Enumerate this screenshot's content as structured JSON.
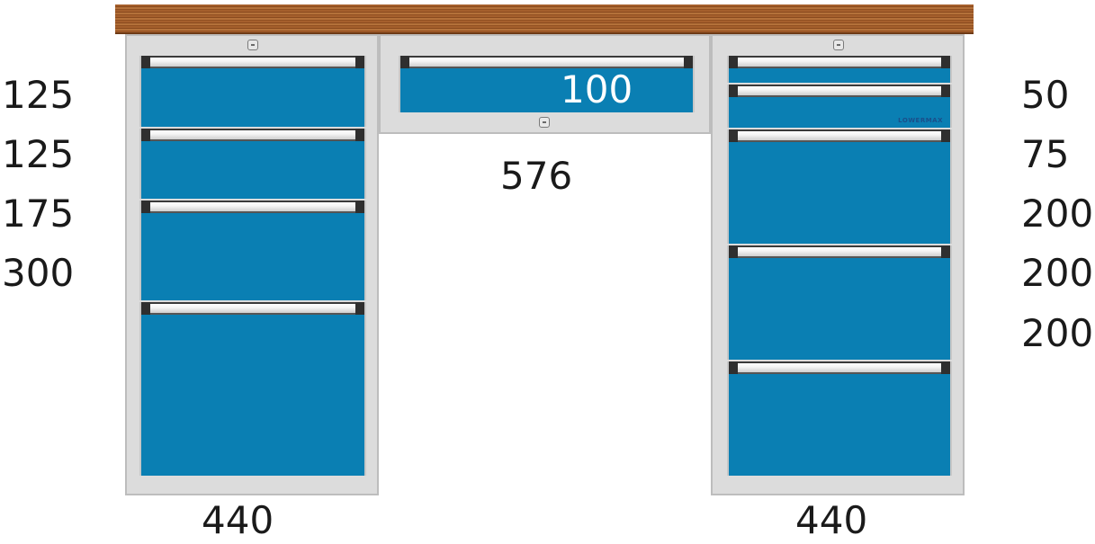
{
  "left_dims": [
    "125",
    "125",
    "175",
    "300"
  ],
  "right_dims": [
    "50",
    "75",
    "200",
    "200",
    "200"
  ],
  "center_drawer_height": "100",
  "center_width": "576",
  "left_width": "440",
  "right_width": "440",
  "brand": "LOWERMAX",
  "colors": {
    "drawer_front": "#0a7fb3",
    "cabinet": "#dcdcdc",
    "worktop": "#a55f2c"
  },
  "icons": [
    "lock-icon"
  ]
}
